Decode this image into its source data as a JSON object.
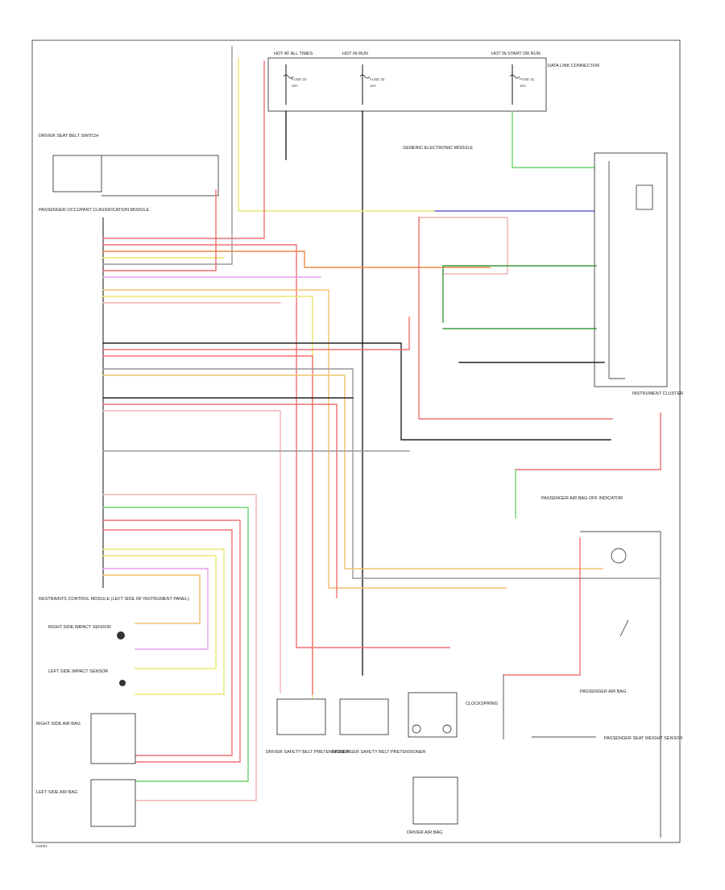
{
  "diagram": {
    "footer_code": "J40091",
    "top_labels": [
      "HOT AT ALL TIMES",
      "HOT IN RUN",
      "HOT IN START OR RUN"
    ],
    "fuse_labels": [
      "FUSE 20",
      "FUSE 23",
      "FUSE 31",
      "10A",
      "10A",
      "10A"
    ],
    "component_labels": {
      "restraints_module": "RESTRAINTS CONTROL MODULE (LEFT SIDE OF INSTRUMENT PANEL)",
      "passenger_module": "PASSENGER OCCUPANT CLASSIFICATION MODULE",
      "driver_seat_belt": "DRIVER SEAT BELT SWITCH",
      "right_impact_sensor": "RIGHT SIDE IMPACT SENSOR",
      "left_impact_sensor": "LEFT SIDE IMPACT SENSOR",
      "right_airbag": "RIGHT SIDE AIR BAG",
      "left_airbag": "LEFT SIDE AIR BAG",
      "driver_pretensioner": "DRIVER SAFETY BELT PRETENSIONER",
      "passenger_pretensioner": "PASSENGER SAFETY BELT PRETENSIONER",
      "clockspring": "CLOCKSPRING",
      "driver_airbag": "DRIVER AIR BAG",
      "instrument_cluster": "INSTRUMENT CLUSTER",
      "passenger_airbag": "PASSENGER AIR BAG",
      "passenger_indicator": "PASSENGER AIR BAG OFF INDICATOR",
      "passenger_seat_switch": "PASSENGER SEAT WEIGHT SENSOR",
      "data_link": "DATA LINK CONNECTOR",
      "gem": "GENERIC ELECTRONIC MODULE"
    }
  }
}
